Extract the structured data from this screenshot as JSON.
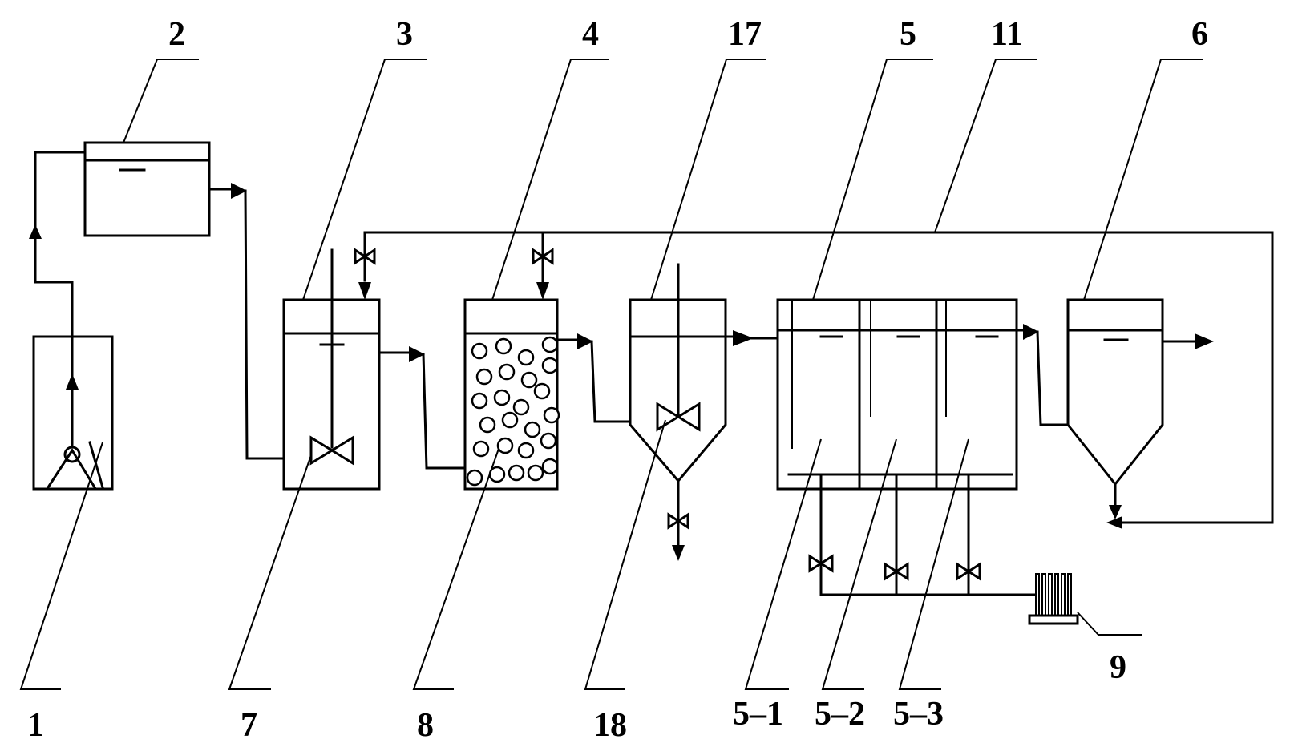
{
  "labels": {
    "pump": "1",
    "head_tank": "2",
    "mix_tank": "3",
    "filter_tank": "4",
    "settler_a": "17",
    "reactor": "5",
    "return_line": "11",
    "settler_b": "6",
    "stirrer": "7",
    "media": "8",
    "stirrer_b": "18",
    "cell_1": "5–1",
    "cell_2": "5–2",
    "cell_3": "5–3",
    "blower": "9"
  }
}
